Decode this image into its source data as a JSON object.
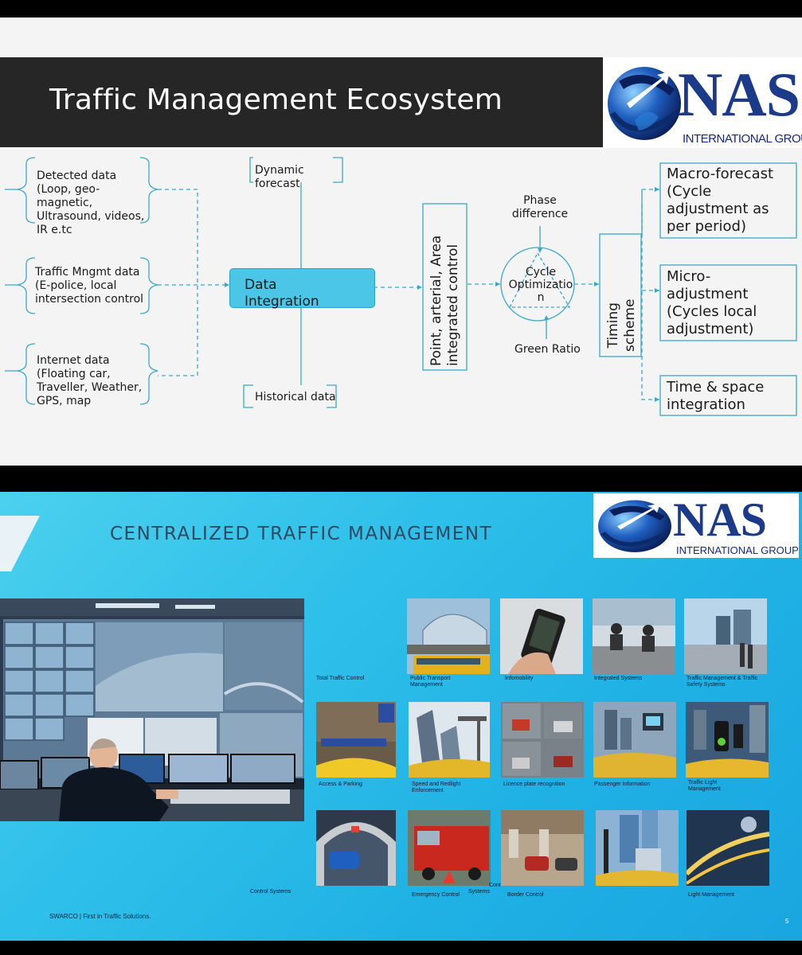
{
  "slide1": {
    "title": "Traffic Management Ecosystem",
    "logo": {
      "main": "NAS",
      "sub": "INTERNATIONAL GROUP"
    },
    "sources": {
      "detected": [
        "Detected data",
        "(Loop, geo-",
        "magnetic,",
        "Ultrasound, videos,",
        "IR e.tc"
      ],
      "traffic": [
        "Traffic Mngmt data",
        "(E-police, local",
        "intersection control"
      ],
      "internet": [
        "Internet data",
        "(Floating car,",
        "Traveller, Weather,",
        "GPS, map"
      ]
    },
    "dynamic_forecast": [
      "Dynamic",
      "forecast"
    ],
    "historical_data": "Historical data",
    "data_integration": [
      "Data",
      "Integration"
    ],
    "control": [
      "Point, arterial, Area",
      "integrated control"
    ],
    "phase_difference": [
      "Phase",
      "difference"
    ],
    "cycle_optimization": [
      "Cycle",
      "Optimizatio",
      "n"
    ],
    "green_ratio": "Green Ratio",
    "timing_scheme": [
      "Timing",
      "scheme"
    ],
    "outputs": {
      "macro": [
        "Macro-forecast",
        "(Cycle",
        "adjustment as",
        "per period)"
      ],
      "micro": [
        "Micro-",
        "adjustment",
        "(Cycles local",
        "adjustment)"
      ],
      "time_space": [
        "Time & space",
        "integration"
      ]
    },
    "colors": {
      "band": "#262626",
      "accent": "#4cc6e6",
      "line": "#3aa8c8"
    }
  },
  "slide2": {
    "title": "CENTRALIZED  TRAFFIC  MANAGEMENT",
    "logo": {
      "main": "NAS",
      "sub": "INTERNATIONAL GROUP"
    },
    "captions": {
      "total_traffic_control": "Total Traffic Control",
      "public_transport": [
        "Public Transport",
        "Management"
      ],
      "infomobility": "Infomobility",
      "integrated_systems": "Integrated Systems",
      "traffic_safety": [
        "Traffic Management & Traffic",
        "Safety Systems"
      ],
      "access_parking": "Access & Parking",
      "speed_redlight": [
        "Speed and Redlight",
        "Enforcement"
      ],
      "licence_plate": "Licence plate recognition",
      "passenger_info": "Passenger Information",
      "traffic_light": [
        "Traffic Light",
        "Management"
      ],
      "control_systems": "Control Systems",
      "emergency_control": "Emergency Control",
      "cont_systems": [
        "Cont",
        "Systems"
      ],
      "border_control": "Border Control",
      "light_management": "Light Management"
    },
    "footer": "SWARCO | First in Traffic Solutions.",
    "page_number": "5",
    "colors": {
      "background": "#2fc0ea",
      "title": "#2c4a62"
    }
  }
}
